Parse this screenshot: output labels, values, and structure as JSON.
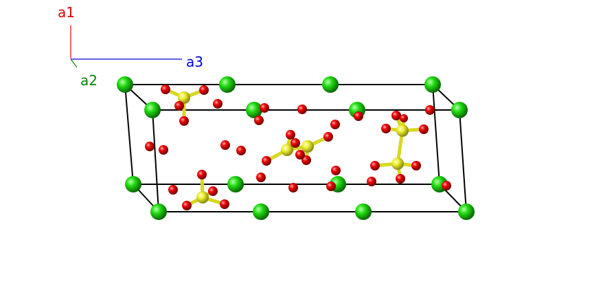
{
  "axes": {
    "a1": {
      "label": "a1",
      "color": "#e00000"
    },
    "a2": {
      "label": "a2",
      "color": "#008800"
    },
    "a3": {
      "label": "a3",
      "color": "#0000dd"
    }
  },
  "atom_colors": {
    "green": "#22dd11",
    "red": "#ee0000",
    "yellow": "#eeee33"
  },
  "bond_colors": {
    "cell": "#000000",
    "S-O": "#eeee33"
  }
}
